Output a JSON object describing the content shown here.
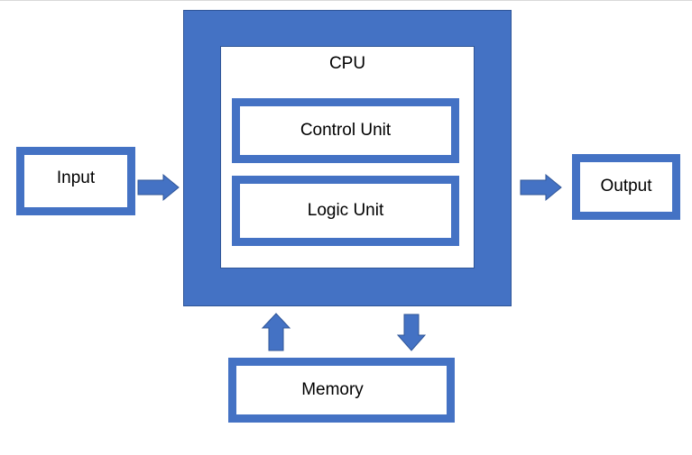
{
  "diagram": {
    "cpu_label": "CPU",
    "control_unit_label": "Control Unit",
    "logic_unit_label": "Logic Unit",
    "input_label": "Input",
    "output_label": "Output",
    "memory_label": "Memory"
  },
  "colors": {
    "accent": "#4472c4",
    "accent_border": "#2f5597",
    "background": "#ffffff",
    "text": "#000000"
  }
}
